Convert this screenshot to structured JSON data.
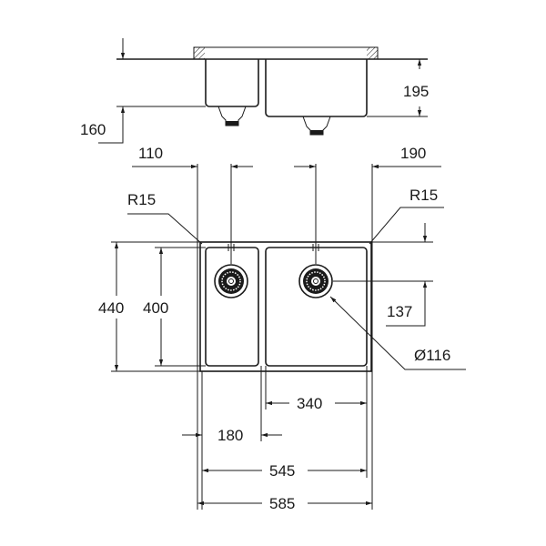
{
  "title": "Double bowl undermount sink dimension drawing",
  "dimensions": {
    "overall_depth_small": "160",
    "bowl_depth_large": "195",
    "drain_offset_left": "110",
    "drain_offset_right": "190",
    "radius_left": "R15",
    "radius_right": "R15",
    "outer_height": "440",
    "inner_height": "400",
    "drain_from_top": "137",
    "drain_diameter": "Ø116",
    "large_bowl_width": "340",
    "small_bowl_width": "180",
    "inner_width": "545",
    "outer_width": "585"
  },
  "colors": {
    "line": "#1a1a1a",
    "background": "#ffffff"
  }
}
